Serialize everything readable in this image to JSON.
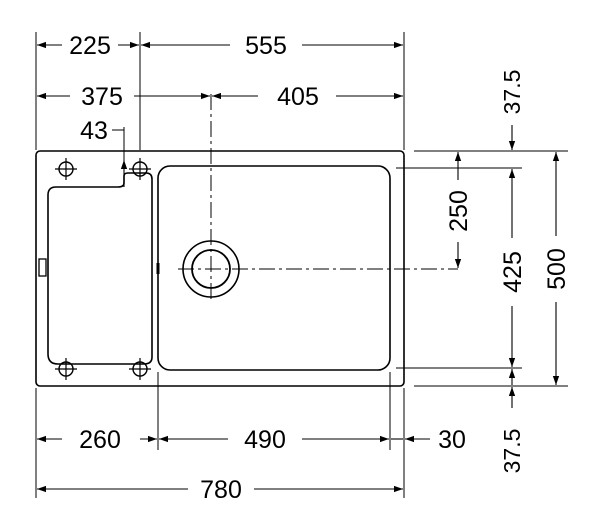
{
  "dimensions": {
    "top_left_width": "225",
    "top_bowl_width": "555",
    "left_to_waste": "375",
    "waste_to_right": "405",
    "tap_hole_offset": "43",
    "top_margin_vertical": "37.5",
    "waste_from_top": "250",
    "bowl_depth": "425",
    "total_depth": "500",
    "bottom_left_width": "260",
    "bottom_bowl_width": "490",
    "bottom_right_margin": "30",
    "bottom_margin_vertical": "37.5",
    "total_width": "780"
  },
  "colors": {
    "line": "#000000",
    "background": "#ffffff"
  }
}
